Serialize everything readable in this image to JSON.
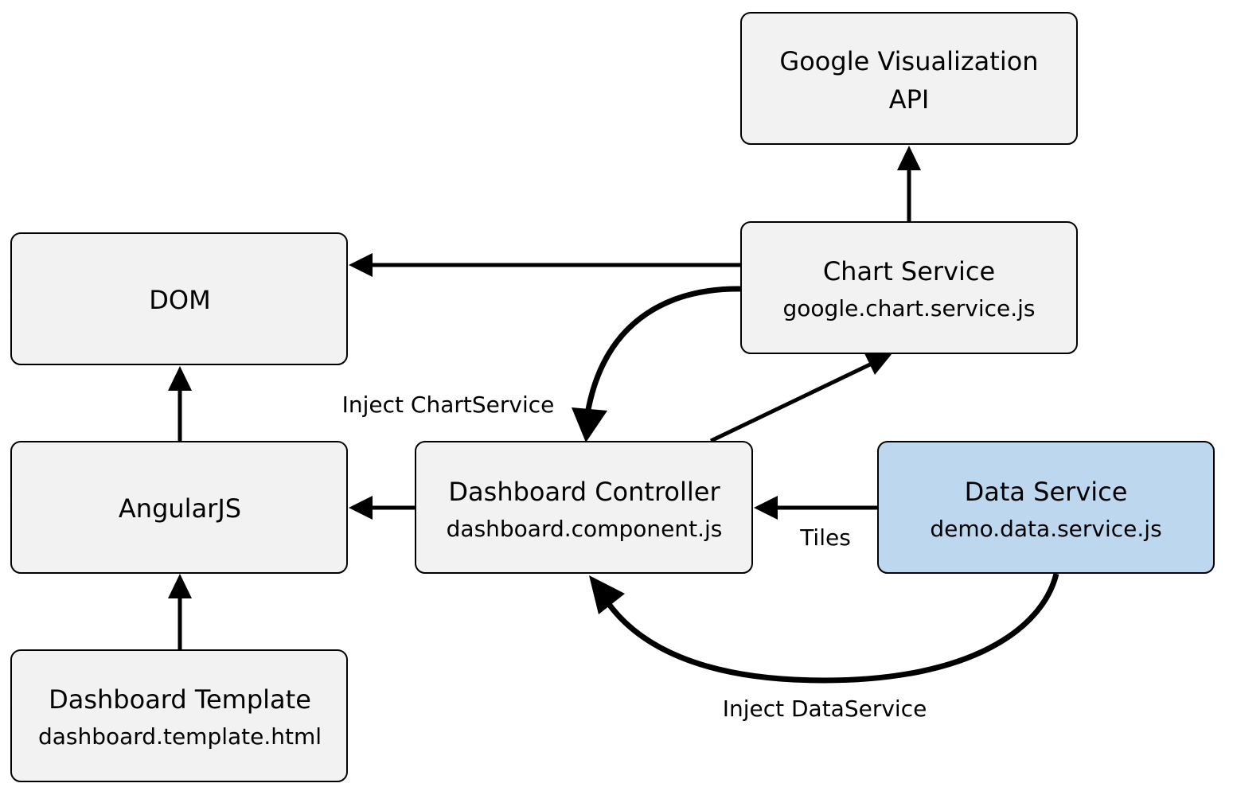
{
  "nodes": {
    "google_api": {
      "line1": "Google Visualization",
      "line2": "API"
    },
    "dom": {
      "title": "DOM"
    },
    "chart_service": {
      "title": "Chart Service",
      "file": "google.chart.service.js"
    },
    "angularjs": {
      "title": "AngularJS"
    },
    "dashboard_controller": {
      "title": "Dashboard Controller",
      "file": "dashboard.component.js"
    },
    "data_service": {
      "title": "Data Service",
      "file": "demo.data.service.js"
    },
    "dashboard_template": {
      "title": "Dashboard Template",
      "file": "dashboard.template.html"
    }
  },
  "edge_labels": {
    "inject_chart": "Inject ChartService",
    "tiles": "Tiles",
    "inject_data": "Inject DataService"
  },
  "colors": {
    "box_fill": "#f2f2f2",
    "highlight_fill": "#bdd7ee",
    "stroke": "#000000"
  }
}
